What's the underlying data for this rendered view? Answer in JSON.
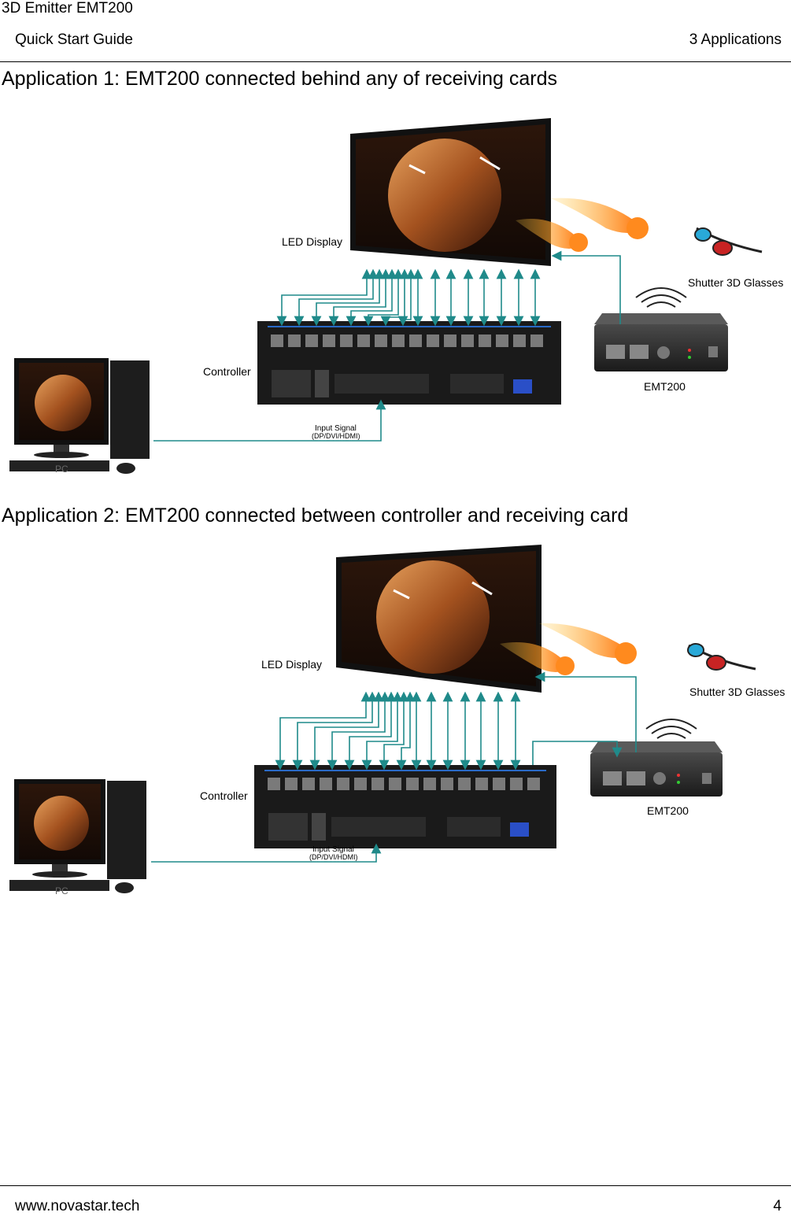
{
  "header": {
    "title": "3D Emitter EMT200",
    "subtitle": "Quick Start Guide",
    "section": "3 Applications"
  },
  "app1": {
    "heading": "Application 1: EMT200 connected behind any of receiving cards",
    "labels": {
      "led": "LED Display",
      "glasses": "Shutter 3D Glasses",
      "controller": "Controller",
      "emt": "EMT200",
      "input1": "Input Signal",
      "input2": "(DP/DVI/HDMI)",
      "pc": "PC"
    }
  },
  "app2": {
    "heading": "Application 2: EMT200 connected between controller and receiving card",
    "labels": {
      "led": "LED Display",
      "glasses": "Shutter 3D Glasses",
      "controller": "Controller",
      "emt": "EMT200",
      "input1": "Input Signal",
      "input2": "(DP/DVI/HDMI)",
      "pc": "PC"
    }
  },
  "footer": {
    "url": "www.novastar.tech",
    "page": "4"
  },
  "colors": {
    "line": "#1f8a8a"
  }
}
